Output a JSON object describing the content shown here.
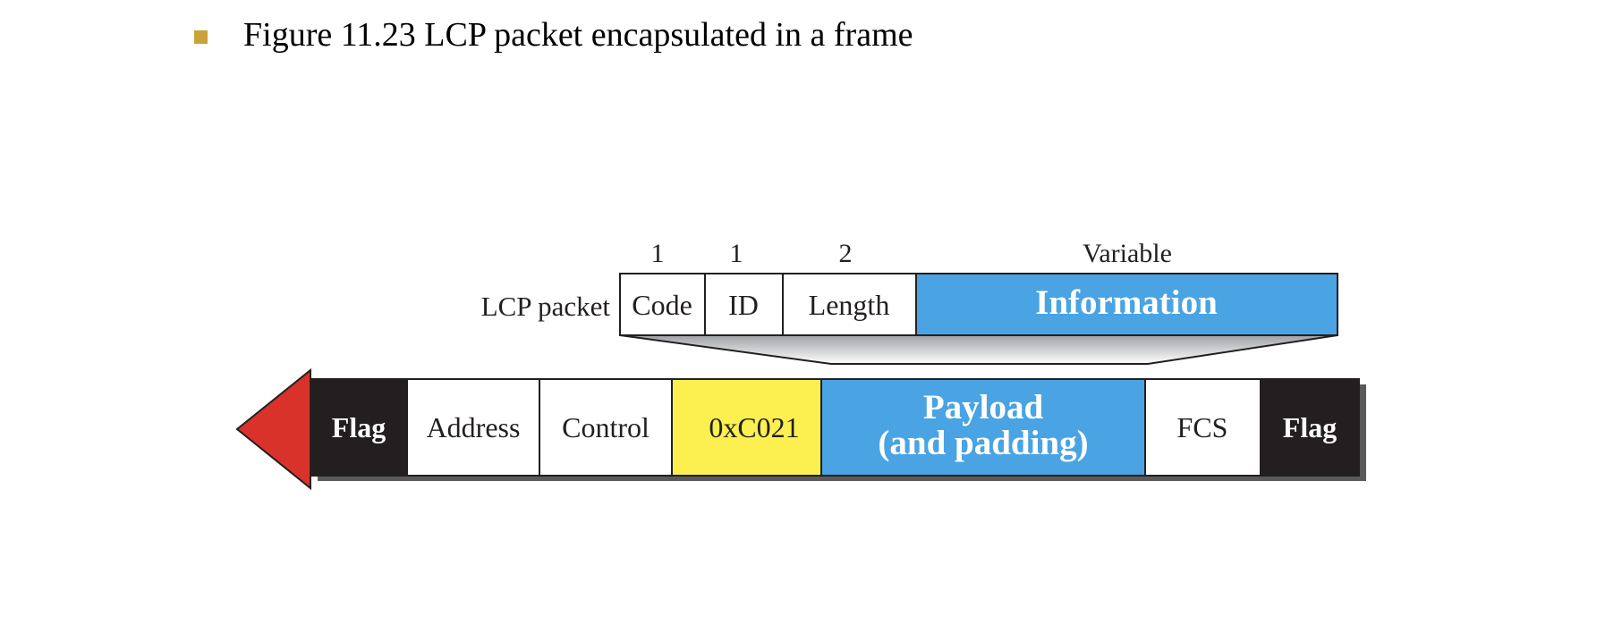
{
  "header": {
    "title": "Figure 11.23  LCP packet encapsulated in a frame"
  },
  "lcp_packet": {
    "label": "LCP packet",
    "fields": [
      {
        "name": "Code",
        "size": "1"
      },
      {
        "name": "ID",
        "size": "1"
      },
      {
        "name": "Length",
        "size": "2"
      },
      {
        "name": "Information",
        "size": "Variable"
      }
    ]
  },
  "frame": {
    "fields": [
      "Flag",
      "Address",
      "Control",
      "0xC021",
      "Payload",
      "(and padding)",
      "FCS",
      "Flag"
    ]
  },
  "colors": {
    "bullet": "#c9a23a",
    "information_fill": "#4aa3e3",
    "payload_fill": "#4aa3e3",
    "protocol_fill": "#fbf04f",
    "flag_fill": "#231f20",
    "arrow_fill": "#d8322b",
    "shadow": "#5a5a5a"
  }
}
